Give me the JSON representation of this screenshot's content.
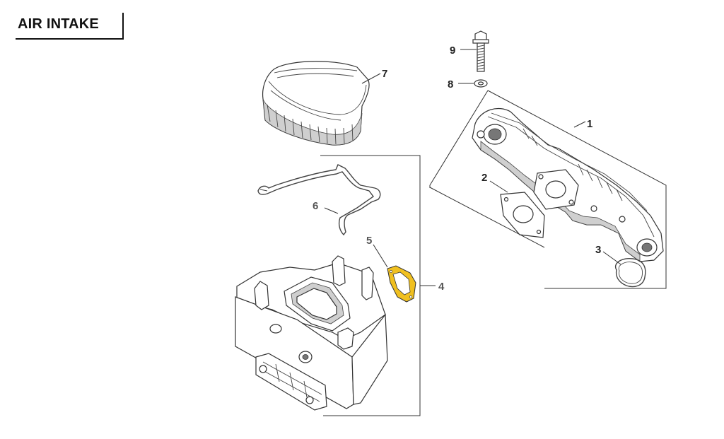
{
  "title": {
    "bold": "AIR",
    "rest": "INTAKE"
  },
  "callouts": {
    "c1": "1",
    "c2": "2",
    "c3": "3",
    "c4": "4",
    "c5": "5",
    "c6": "6",
    "c7": "7",
    "c8": "8",
    "c9": "9"
  },
  "colors": {
    "highlight_gasket": "#f0c020",
    "line": "#333333"
  }
}
